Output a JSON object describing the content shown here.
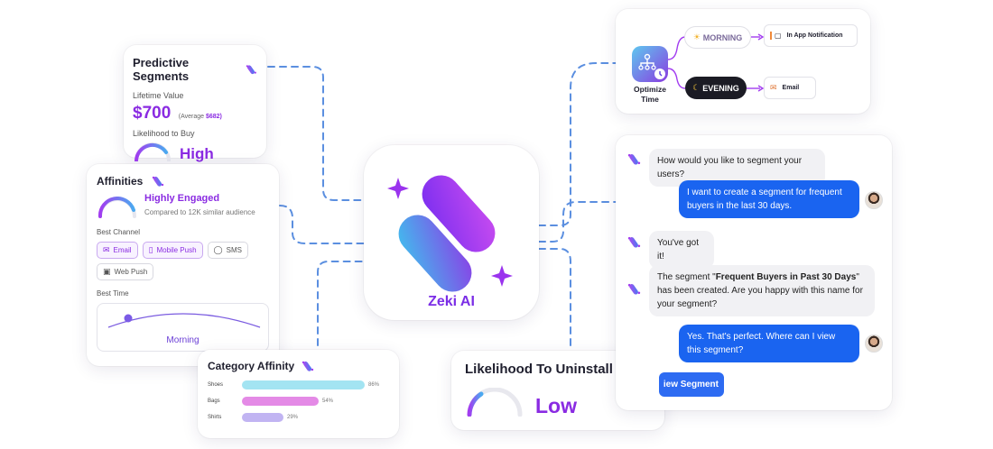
{
  "predictive": {
    "title": "Predictive Segments",
    "lifetime_label": "Lifetime Value",
    "lifetime_value": "$700",
    "average_label": "(Average",
    "average_value": "$682)",
    "likelihood_label": "Likelihood to Buy",
    "likelihood_value": "High"
  },
  "affinities": {
    "title": "Affinities",
    "engagement": "Highly Engaged",
    "compared": "Compared to 12K similar audience",
    "best_channel_label": "Best Channel",
    "channels": [
      "Email",
      "Mobile Push",
      "SMS",
      "Web Push"
    ],
    "best_time_label": "Best Time",
    "best_time": "Morning"
  },
  "category": {
    "title": "Category Affinity",
    "items": [
      {
        "name": "Shoes",
        "pct": "86%",
        "value": 0.86,
        "color": "#a3e4f2"
      },
      {
        "name": "Bags",
        "pct": "54%",
        "value": 0.54,
        "color": "#e48ae6"
      },
      {
        "name": "Shirts",
        "pct": "29%",
        "value": 0.29,
        "color": "#c1b4f2"
      }
    ]
  },
  "center": {
    "name": "Zeki AI"
  },
  "uninstall": {
    "title": "Likelihood To Uninstall",
    "value": "Low"
  },
  "optimize": {
    "label": "Optimize Time",
    "morning": "MORNING",
    "evening": "EVENING",
    "in_app": "In App Notification",
    "email": "Email"
  },
  "chat": {
    "q1": "How would you like to segment your users?",
    "a1": "I want to create a segment for frequent buyers in the last 30 days.",
    "r1": "You've got it!",
    "r2_prefix": "The segment \"",
    "r2_bold": "Frequent Buyers in Past 30 Days",
    "r2_suffix": "\" has been created. Are you happy with this name for your segment?",
    "a2": "Yes. That's perfect. Where can I view this segment?",
    "button": "iew Segment"
  },
  "colors": {
    "accent": "#8a2be2",
    "blue": "#1a64f0",
    "connector": "#5b8fe0"
  }
}
